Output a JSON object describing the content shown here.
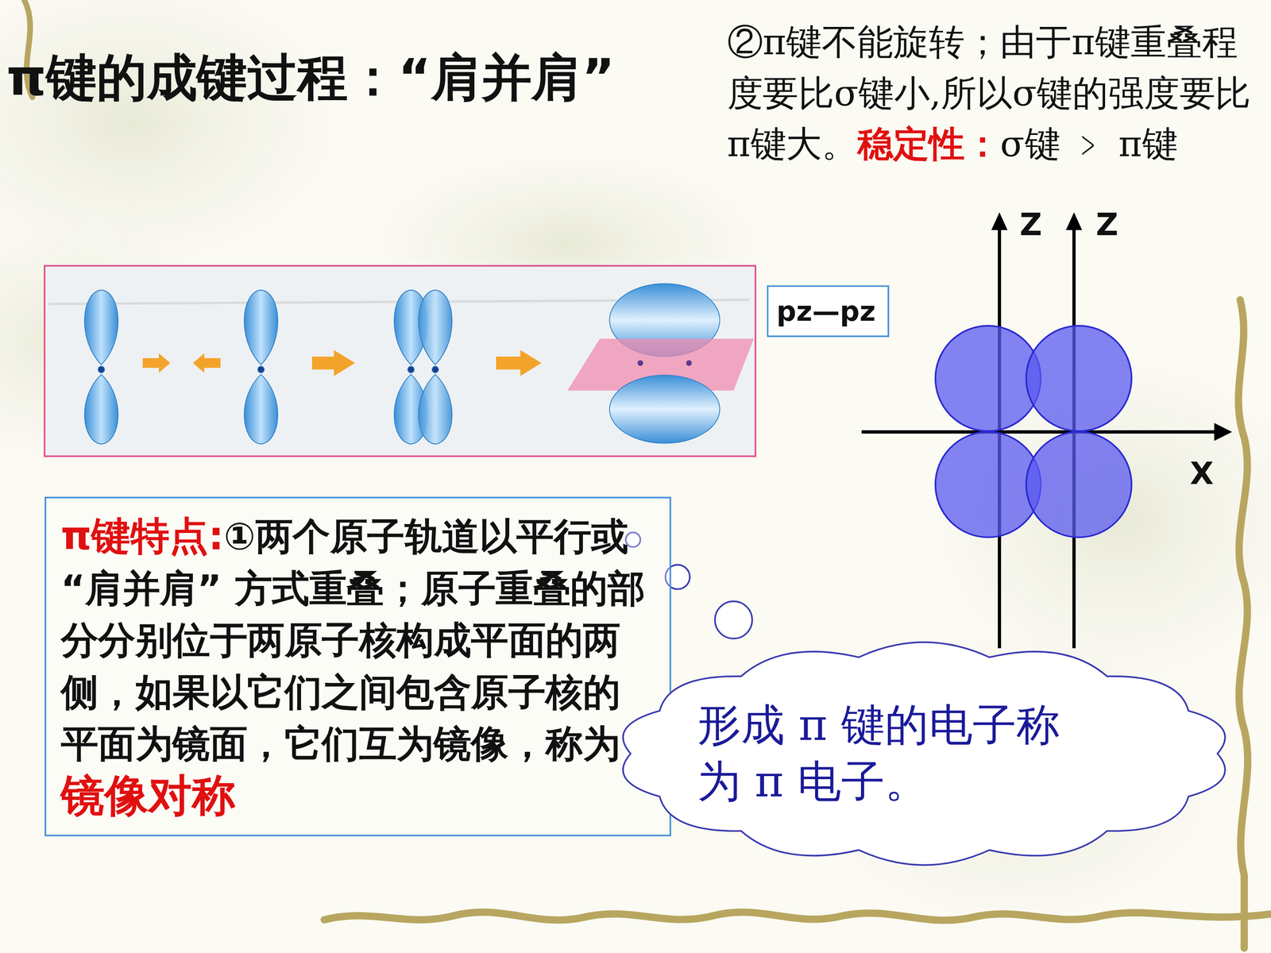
{
  "diagram": {
    "title": "π键的成键过程：“肩并肩”",
    "nodes": [
      {
        "text": [
          "π键特点:",
          "①两个原子轨道以平行或“肩并肩” 方式重叠；原子重叠的部分分别位于两原子核构成平面的两侧，如果以它们之间包含原子核的平面为镜面，它们互为镜像，称为",
          "镜像对称"
        ]
      },
      {
        "text": [
          "pz—pz"
        ]
      },
      {
        "text": [
          "形成 π 键的电子称为 π 电子。"
        ]
      }
    ],
    "labels": [
      "②π键不能旋转；由于π键重叠程度要比σ键小,所以σ键的强度要比π键大。",
      "稳定性：",
      "σ键 ﹥ π键",
      "Z",
      "Z",
      "X"
    ]
  }
}
